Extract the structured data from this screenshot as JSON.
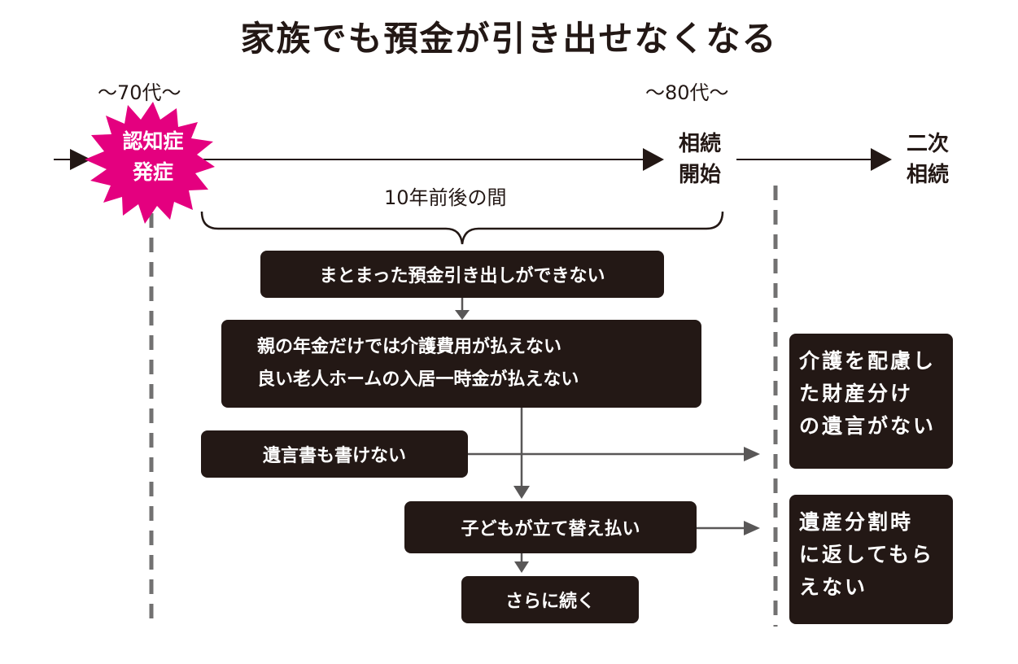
{
  "title": "家族でも預金が引き出せなくなる",
  "eras": {
    "left": "〜70代〜",
    "right": "〜80代〜"
  },
  "nodes": {
    "onset": [
      "認知症",
      "発症"
    ],
    "inheritance_start": [
      "相続",
      "開始"
    ],
    "second_inheritance": [
      "二次",
      "相続"
    ]
  },
  "span_label": "10年前後の間",
  "boxes": {
    "withdraw": "まとまった預金引き出しができない",
    "care_costs": [
      "親の年金だけでは介護費用が払えない",
      "良い老人ホームの入居一時金が払えない"
    ],
    "no_will": "遺言書も書けない",
    "children_pay": "子どもが立て替え払い",
    "continues": "さらに続く"
  },
  "side_boxes": {
    "no_care_will": [
      "介護を配慮し",
      "た財産分け",
      "の遺言がない"
    ],
    "no_refund": [
      "遺産分割時",
      "に返してもら",
      "えない"
    ]
  },
  "colors": {
    "burst": "#e4007f",
    "box": "#231815",
    "arrow_grey": "#595757",
    "dash": "#727171"
  }
}
